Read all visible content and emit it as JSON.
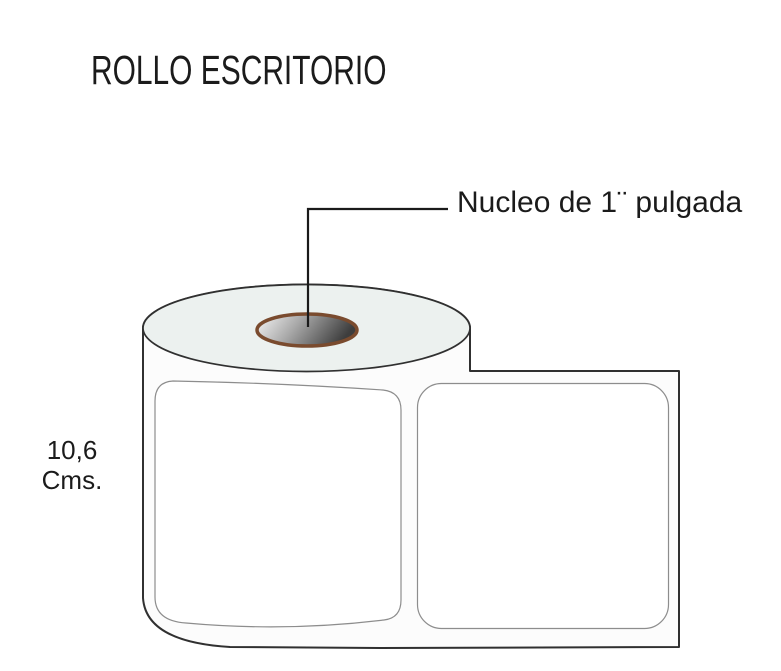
{
  "title": "ROLLO ESCRITORIO",
  "diagram": {
    "core_annotation": "Nucleo de 1¨ pulgada",
    "height_label": "10,6\nCms."
  },
  "colors": {
    "background": "#ffffff",
    "outline": "#303030",
    "top_face": "#ecf1ef",
    "liner": "#fcfcfc",
    "label_fill": "#ffffff",
    "label_border": "#8d8d8d",
    "core_ring": "#7a4b2e",
    "core_gradient_light": "#f7f7f7",
    "core_gradient_dark": "#3d3d3d",
    "callout": "#1a1a1a",
    "text": "#1b1b1b"
  }
}
